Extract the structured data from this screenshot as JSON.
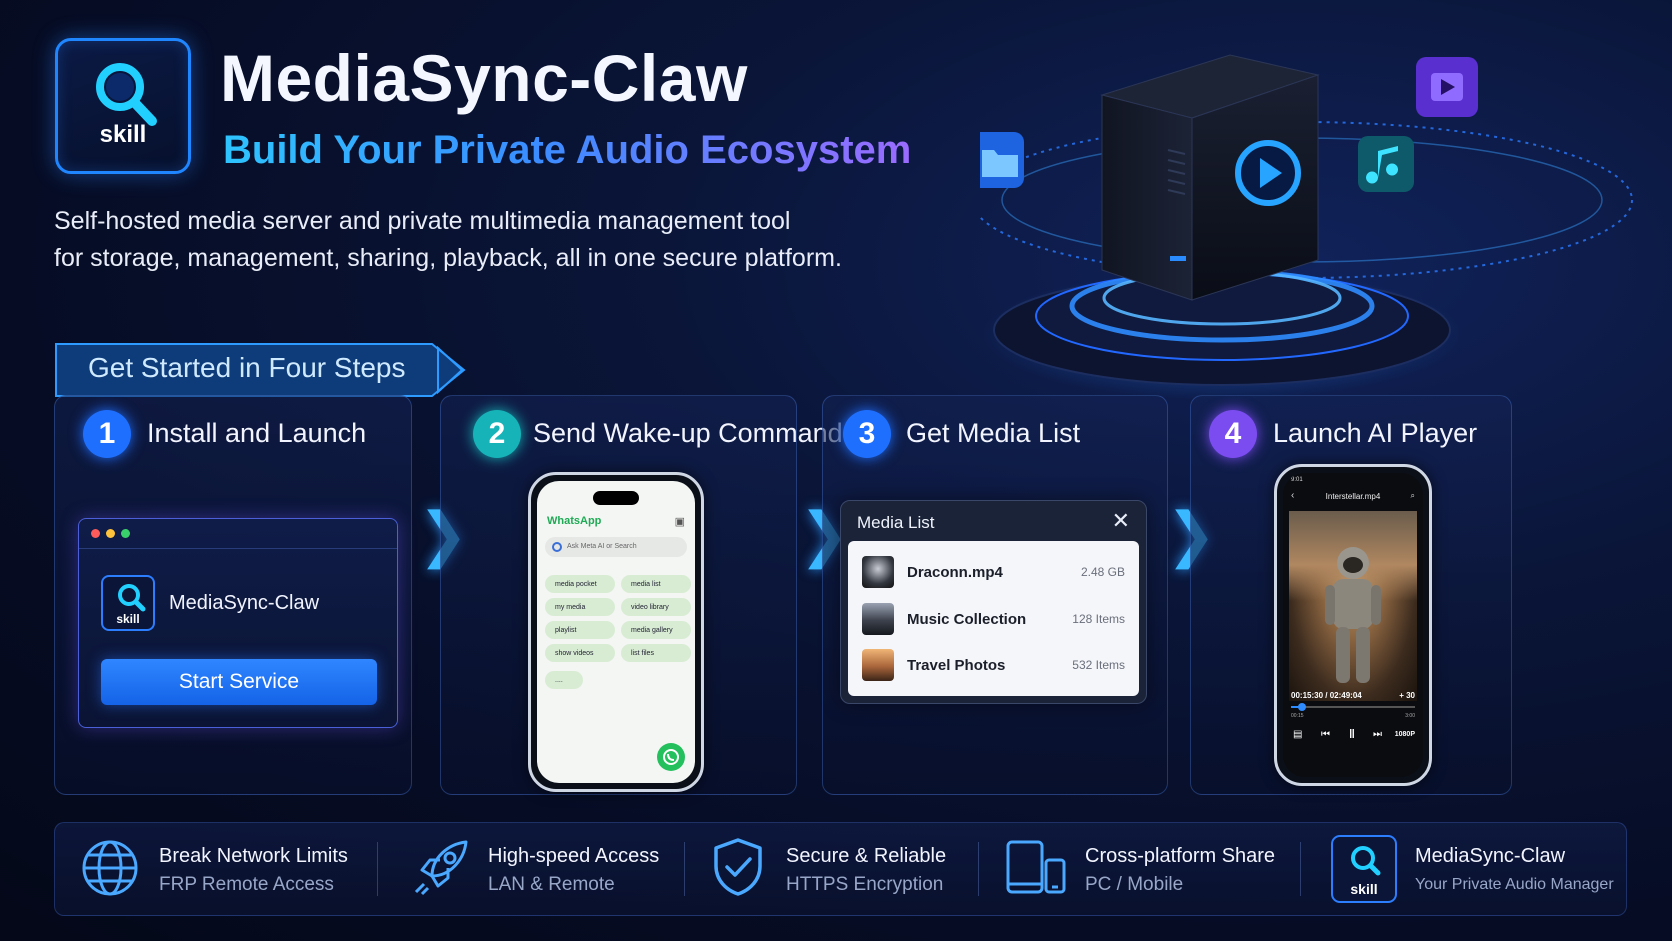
{
  "header": {
    "logo_label": "skill",
    "title": "MediaSync-Claw",
    "subtitle": "Build Your Private Audio Ecosystem",
    "description_line1": "Self-hosted media server and private multimedia management tool",
    "description_line2": "for storage, management, sharing, playback, all in one secure platform."
  },
  "steps_banner": "Get Started in Four Steps",
  "steps": [
    {
      "num": "1",
      "title": "Install and Launch",
      "color": "#1f6fff"
    },
    {
      "num": "2",
      "title": "Send Wake-up Command",
      "color": "#16b3b8"
    },
    {
      "num": "3",
      "title": "Get Media List",
      "color": "#1f6fff"
    },
    {
      "num": "4",
      "title": "Launch AI Player",
      "color": "#7b4cf0"
    }
  ],
  "install_window": {
    "logo_label": "skill",
    "app_name": "MediaSync-Claw",
    "button": "Start Service"
  },
  "whatsapp": {
    "app_title": "WhatsApp",
    "search_placeholder": "Ask Meta AI or Search",
    "chips": [
      "media pocket",
      "media list",
      "my media",
      "video library",
      "playlist",
      "media gallery",
      "show videos",
      "list files",
      "...."
    ]
  },
  "media_list": {
    "title": "Media List",
    "close": "✕",
    "items": [
      {
        "name": "Draconn.mp4",
        "meta": "2.48 GB"
      },
      {
        "name": "Music Collection",
        "meta": "128 Items"
      },
      {
        "name": "Travel Photos",
        "meta": "532 Items"
      }
    ]
  },
  "player": {
    "time_left": "9:01",
    "file_name": "Interstellar.mp4",
    "time_display": "00:15:30 / 02:49:04",
    "skip": "+ 30",
    "scrub_start": "00:15",
    "scrub_end": "3:00",
    "quality": "1080P",
    "progress": 0.09
  },
  "features": [
    {
      "title": "Break Network Limits",
      "sub": "FRP Remote Access",
      "icon": "globe-icon"
    },
    {
      "title": "High-speed Access",
      "sub": "LAN & Remote",
      "icon": "rocket-icon"
    },
    {
      "title": "Secure & Reliable",
      "sub": "HTTPS Encryption",
      "icon": "shield-check-icon"
    },
    {
      "title": "Cross-platform Share",
      "sub": "PC / Mobile",
      "icon": "devices-icon"
    },
    {
      "title": "MediaSync-Claw",
      "sub": "Your Private Audio Manager",
      "icon": "skill-logo-icon",
      "logo_label": "skill"
    }
  ],
  "colors": {
    "accent_blue": "#1f86ff",
    "accent_cyan": "#2ec4ff",
    "accent_purple": "#9a6bff",
    "whatsapp_green": "#25c05e"
  }
}
